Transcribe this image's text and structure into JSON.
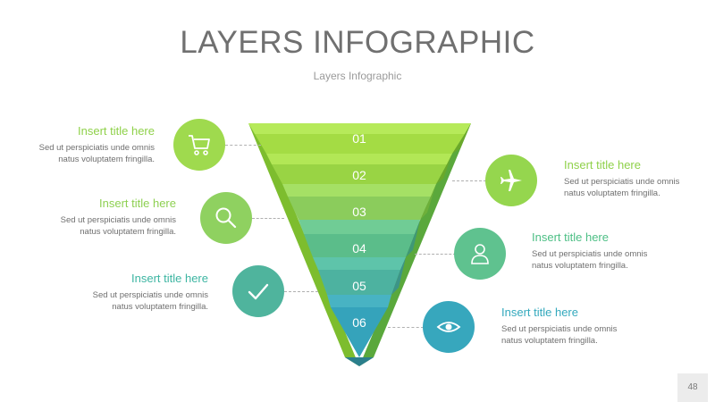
{
  "header": {
    "title": "LAYERS INFOGRAPHIC",
    "subtitle": "Layers Infographic"
  },
  "colors": {
    "layer_fronts": [
      "#a6e04a",
      "#9bd849",
      "#8fd05d",
      "#5fc18c",
      "#4fb9a5",
      "#3aa8bf"
    ],
    "title_green": "#8cd04a",
    "title_teal": "#3ab0b8"
  },
  "layers": [
    {
      "num": "01"
    },
    {
      "num": "02"
    },
    {
      "num": "03"
    },
    {
      "num": "04"
    },
    {
      "num": "05"
    },
    {
      "num": "06"
    }
  ],
  "items": [
    {
      "title": "Insert title here",
      "text": "Sed ut perspiciatis unde omnis natus voluptatem fringilla.",
      "icon": "shopping-cart-icon"
    },
    {
      "title": "Insert title here",
      "text": "Sed ut perspiciatis unde omnis natus voluptatem fringilla.",
      "icon": "airplane-icon"
    },
    {
      "title": "Insert title here",
      "text": "Sed ut perspiciatis unde omnis natus voluptatem fringilla.",
      "icon": "search-icon"
    },
    {
      "title": "Insert title here",
      "text": "Sed ut perspiciatis unde omnis natus voluptatem fringilla.",
      "icon": "user-icon"
    },
    {
      "title": "Insert title here",
      "text": "Sed ut perspiciatis unde omnis natus voluptatem fringilla.",
      "icon": "checkmark-icon"
    },
    {
      "title": "Insert title here",
      "text": "Sed ut perspiciatis unde omnis natus voluptatem fringilla.",
      "icon": "eye-icon"
    }
  ],
  "footer": {
    "page_number": "48"
  }
}
